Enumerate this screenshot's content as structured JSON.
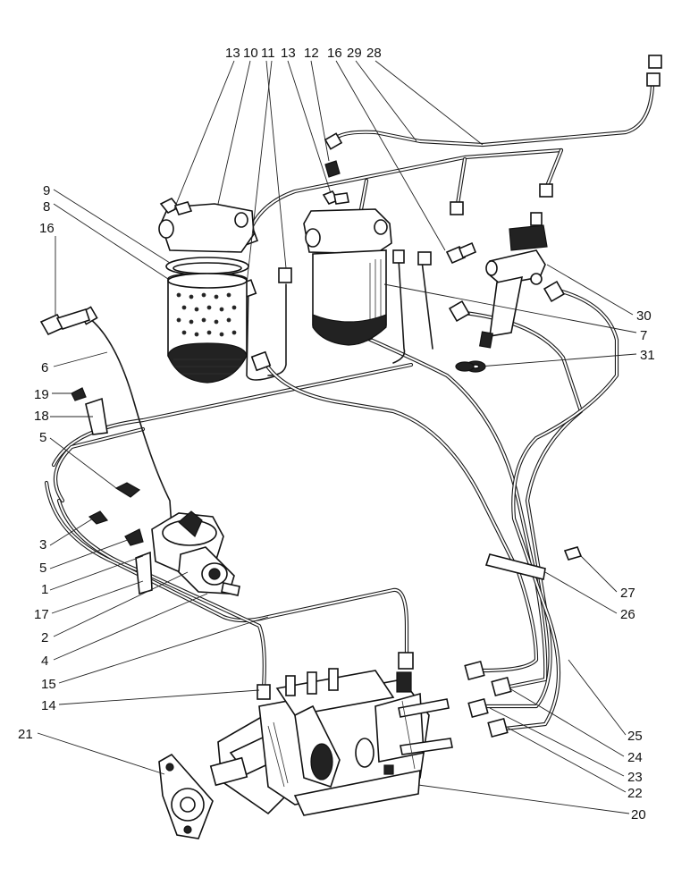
{
  "diagram": {
    "top_labels": [
      {
        "id": "t13a",
        "text": "13"
      },
      {
        "id": "t10",
        "text": "10"
      },
      {
        "id": "t11a",
        "text": "11"
      },
      {
        "id": "t13b",
        "text": "13"
      },
      {
        "id": "t12",
        "text": "12"
      },
      {
        "id": "t16",
        "text": "16"
      },
      {
        "id": "t29",
        "text": "29"
      },
      {
        "id": "t28",
        "text": "28"
      }
    ],
    "left_labels": [
      {
        "id": "l9",
        "text": "9"
      },
      {
        "id": "l8",
        "text": "8"
      },
      {
        "id": "l16",
        "text": "16"
      },
      {
        "id": "l6",
        "text": "6"
      },
      {
        "id": "l19",
        "text": "19"
      },
      {
        "id": "l18",
        "text": "18"
      },
      {
        "id": "l5a",
        "text": "5"
      },
      {
        "id": "l3",
        "text": "3"
      },
      {
        "id": "l5b",
        "text": "5"
      },
      {
        "id": "l1",
        "text": "1"
      },
      {
        "id": "l17",
        "text": "17"
      },
      {
        "id": "l2",
        "text": "2"
      },
      {
        "id": "l4",
        "text": "4"
      },
      {
        "id": "l15",
        "text": "15"
      },
      {
        "id": "l14",
        "text": "14"
      },
      {
        "id": "l21",
        "text": "21"
      }
    ],
    "right_labels": [
      {
        "id": "r30",
        "text": "30"
      },
      {
        "id": "r7",
        "text": "7"
      },
      {
        "id": "r31",
        "text": "31"
      },
      {
        "id": "r27",
        "text": "27"
      },
      {
        "id": "r26",
        "text": "26"
      },
      {
        "id": "r25",
        "text": "25"
      },
      {
        "id": "r24",
        "text": "24"
      },
      {
        "id": "r23",
        "text": "23"
      },
      {
        "id": "r22",
        "text": "22"
      },
      {
        "id": "r20",
        "text": "20"
      }
    ]
  }
}
